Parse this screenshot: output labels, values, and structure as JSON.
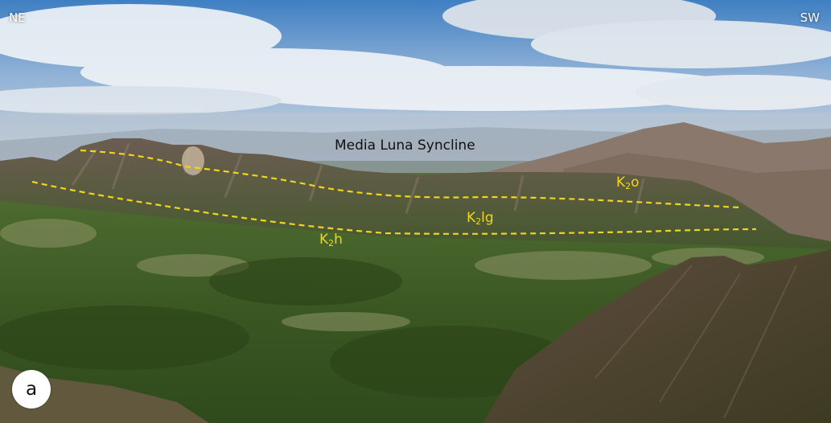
{
  "directions": {
    "left": "NE",
    "right": "SW"
  },
  "title": "Media Luna Syncline",
  "units": [
    {
      "id": "k2o",
      "base": "K",
      "sub": "2",
      "suffix": "o"
    },
    {
      "id": "k2lg",
      "base": "K",
      "sub": "2",
      "suffix": "lg"
    },
    {
      "id": "k2h",
      "base": "K",
      "sub": "2",
      "suffix": "h"
    }
  ],
  "panel_label": "a",
  "colors": {
    "contact_line": "#f2d51a",
    "unit_label": "#f2d51a",
    "sky_top": "#4a86c6",
    "cloud": "#e9eef3",
    "mountain_far": "#8a7a72",
    "vegetation": "#3e5a26"
  }
}
